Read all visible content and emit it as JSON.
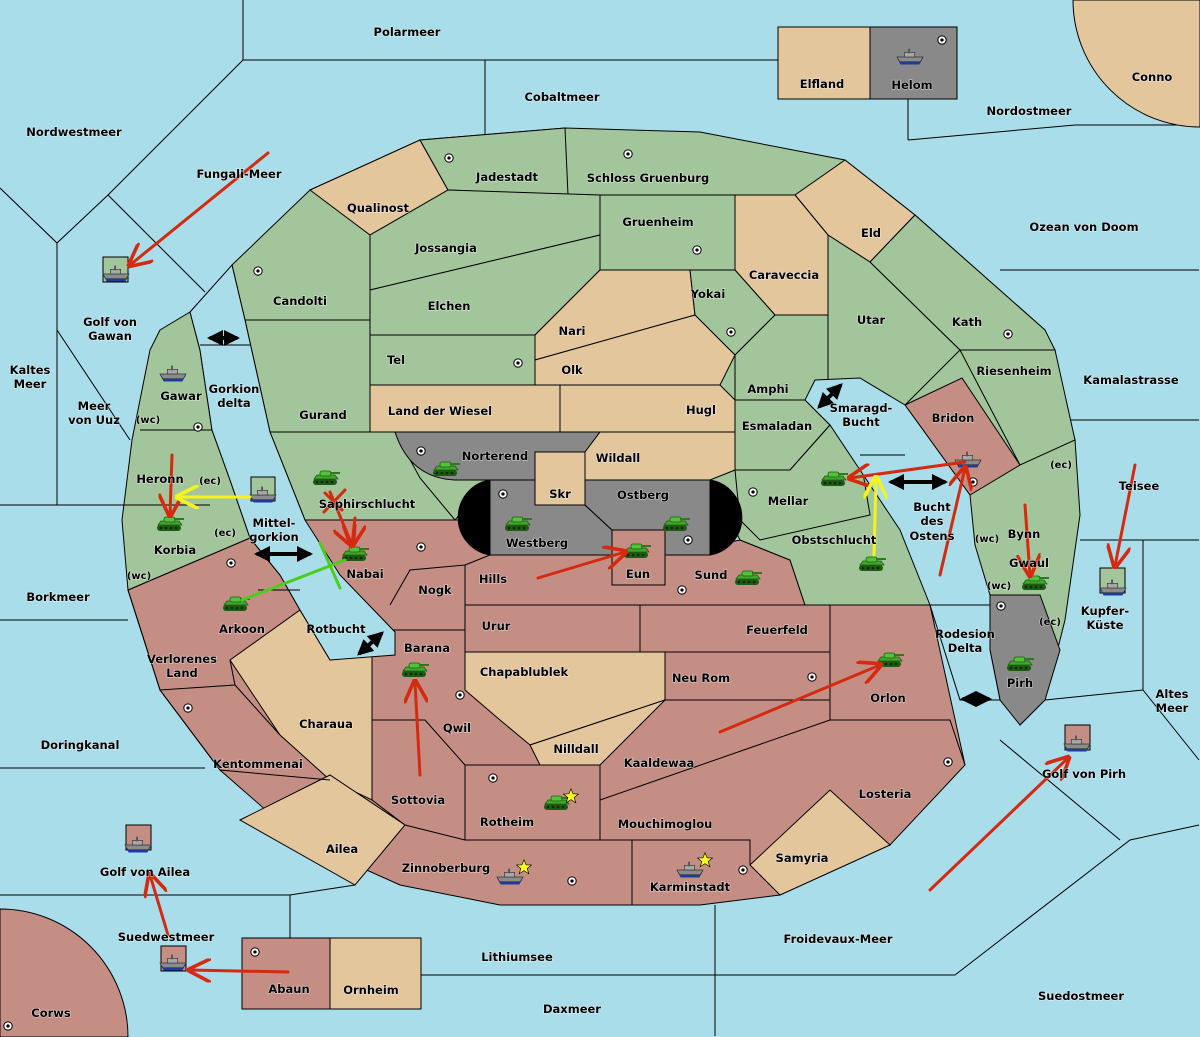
{
  "colors": {
    "sea": "#a9dde9",
    "land_green": "#a3c59b",
    "land_tan": "#e3c69c",
    "land_red": "#c58e85",
    "land_gray": "#898989",
    "order_move": "#d42a10",
    "order_support": "#f4f41c",
    "order_convoy": "#4ccc1c"
  },
  "icons": {
    "army": "tank-icon",
    "fleet": "ship-icon",
    "supply_center": "supply-center-icon",
    "highlight": "star-icon"
  },
  "labels": [
    "Polarmeer",
    "Cobaltmeer",
    "Elfland",
    "Helom",
    "Conno",
    "Nordwestmeer",
    "Nordostmeer",
    "Fungali-Meer",
    "Jadestadt",
    "Schloss Gruenburg",
    "Qualinost",
    "Gruenheim",
    "Eld",
    "Ozean von Doom",
    "Jossangia",
    "Caraveccia",
    "Yokai",
    "Candolti",
    "Elchen",
    "Utar",
    "Kath",
    "Golf von",
    "Gawan",
    "Nari",
    "Tel",
    "Olk",
    "Riesenheim",
    "Kaltes",
    "Meer",
    "Kamalastrasse",
    "Amphi",
    "Gawar",
    "Gorkion",
    "delta",
    "Meer",
    "von Uuz",
    "(wc)",
    "Smaragd-",
    "Bucht",
    "Land der Wiesel",
    "Hugl",
    "Gurand",
    "Bridon",
    "Esmaladan",
    "Norterend",
    "Wildall",
    "(ec)",
    "Heronn",
    "(ec)",
    "Teisee",
    "Ostberg",
    "Skr",
    "Mellar",
    "Saphirschlucht",
    "Bucht",
    "des",
    "Ostens",
    "Mittel-",
    "gorkion",
    "Bynn",
    "(wc)",
    "(ec)",
    "Westberg",
    "Obstschlucht",
    "Korbia",
    "Gwaul",
    "Eun",
    "Nabai",
    "(wc)",
    "Sund",
    "Hills",
    "(wc)",
    "Nogk",
    "Borkmeer",
    "Kupfer-",
    "Küste",
    "(ec)",
    "Urur",
    "Feuerfeld",
    "Arkoon",
    "Rotbucht",
    "Rodesion",
    "Delta",
    "Barana",
    "Verlorenes",
    "Land",
    "Chapablublek",
    "Neu Rom",
    "Pirh",
    "Orlon",
    "Altes",
    "Meer",
    "Charaua",
    "Qwil",
    "Doringkanal",
    "Nilldall",
    "Kentommenai",
    "Kaaldewaa",
    "Golf von Pirh",
    "Losteria",
    "Sottovia",
    "Rotheim",
    "Mouchimoglou",
    "Ailea",
    "Samyria",
    "Zinnoberburg",
    "Golf von Ailea",
    "Karminstadt",
    "Suedwestmeer",
    "Froidevaux-Meer",
    "Lithiumsee",
    "Abaun",
    "Ornheim",
    "Suedostmeer",
    "Daxmeer",
    "Corws"
  ]
}
